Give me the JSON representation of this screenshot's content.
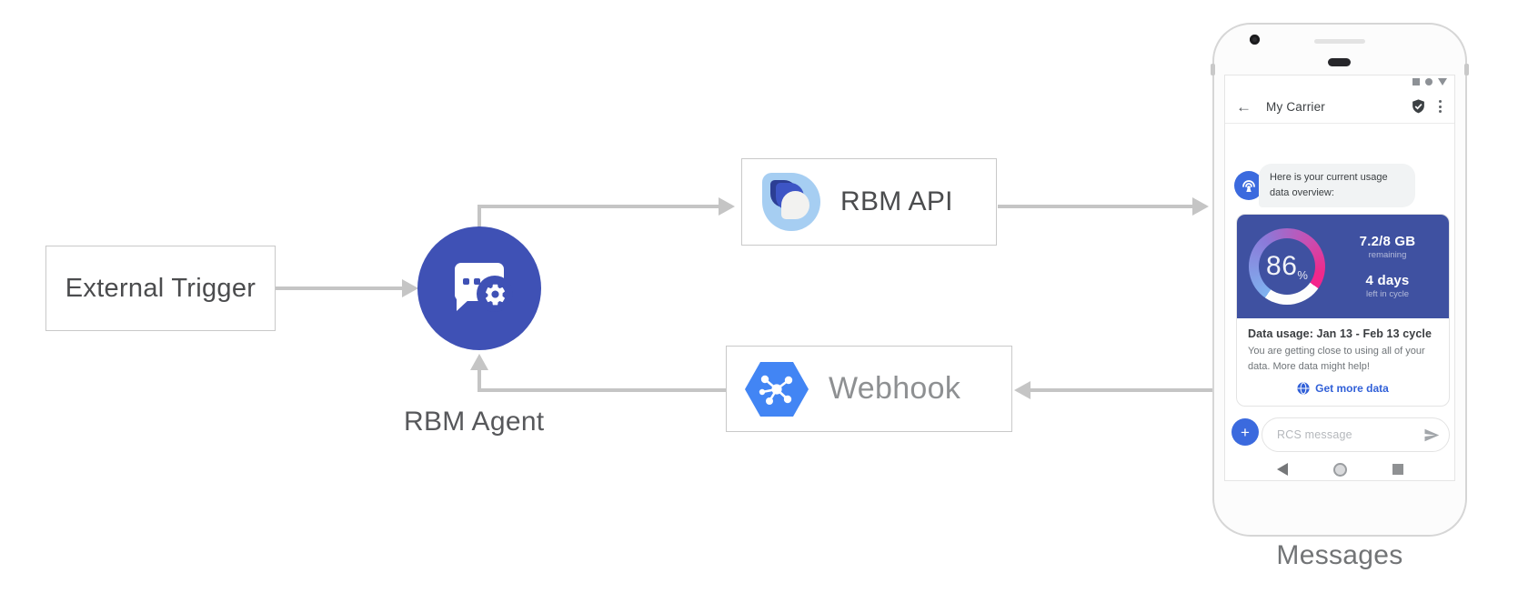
{
  "diagram": {
    "nodes": {
      "external_trigger": "External Trigger",
      "rbm_agent": "RBM Agent",
      "rbm_api": "RBM API",
      "webhook": "Webhook"
    },
    "caption": "Messages",
    "icons": {
      "agent": "chat-bubble-gear-icon",
      "api": "rbm-teardrop-logo",
      "webhook": "cloud-hexagon-hub-icon"
    },
    "colors": {
      "agent_circle": "#3F51B5",
      "hexagon_blue": "#4285F4",
      "arrow_gray": "#C5C5C5",
      "box_border": "#C9C9C9"
    }
  },
  "phone": {
    "statusbar_icons": [
      "square-icon",
      "dot-icon",
      "triangle-icon"
    ],
    "header": {
      "back_icon": "arrow-left-icon",
      "title": "My Carrier",
      "verified_icon": "shield-check-icon",
      "menu_icon": "kebab-menu-icon"
    },
    "chat": {
      "avatar_icon": "broadcast-hotspot-icon",
      "message": "Here is your current usage data overview:",
      "usage_card": {
        "percent": "86",
        "percent_unit": "%",
        "remaining_value": "7.2/8 GB",
        "remaining_caption": "remaining",
        "cycle_value": "4 days",
        "cycle_caption": "left in cycle",
        "heading": "Data usage: Jan 13 - Feb 13 cycle",
        "body": "You are getting close to using all of your data. More data might help!",
        "cta": "Get more data",
        "cta_icon": "globe-icon",
        "card_color": "#3F51A1",
        "gauge_colors": [
          "#7FB2EF",
          "#8B7AD9",
          "#EE2A8B"
        ]
      }
    },
    "composer": {
      "plus_label": "+",
      "placeholder": "RCS message",
      "send_icon": "send-icon"
    },
    "nav_icons": [
      "back-triangle-icon",
      "home-circle-icon",
      "recents-square-icon"
    ],
    "accent_blue": "#3B6ADE",
    "link_blue": "#3160D8"
  }
}
